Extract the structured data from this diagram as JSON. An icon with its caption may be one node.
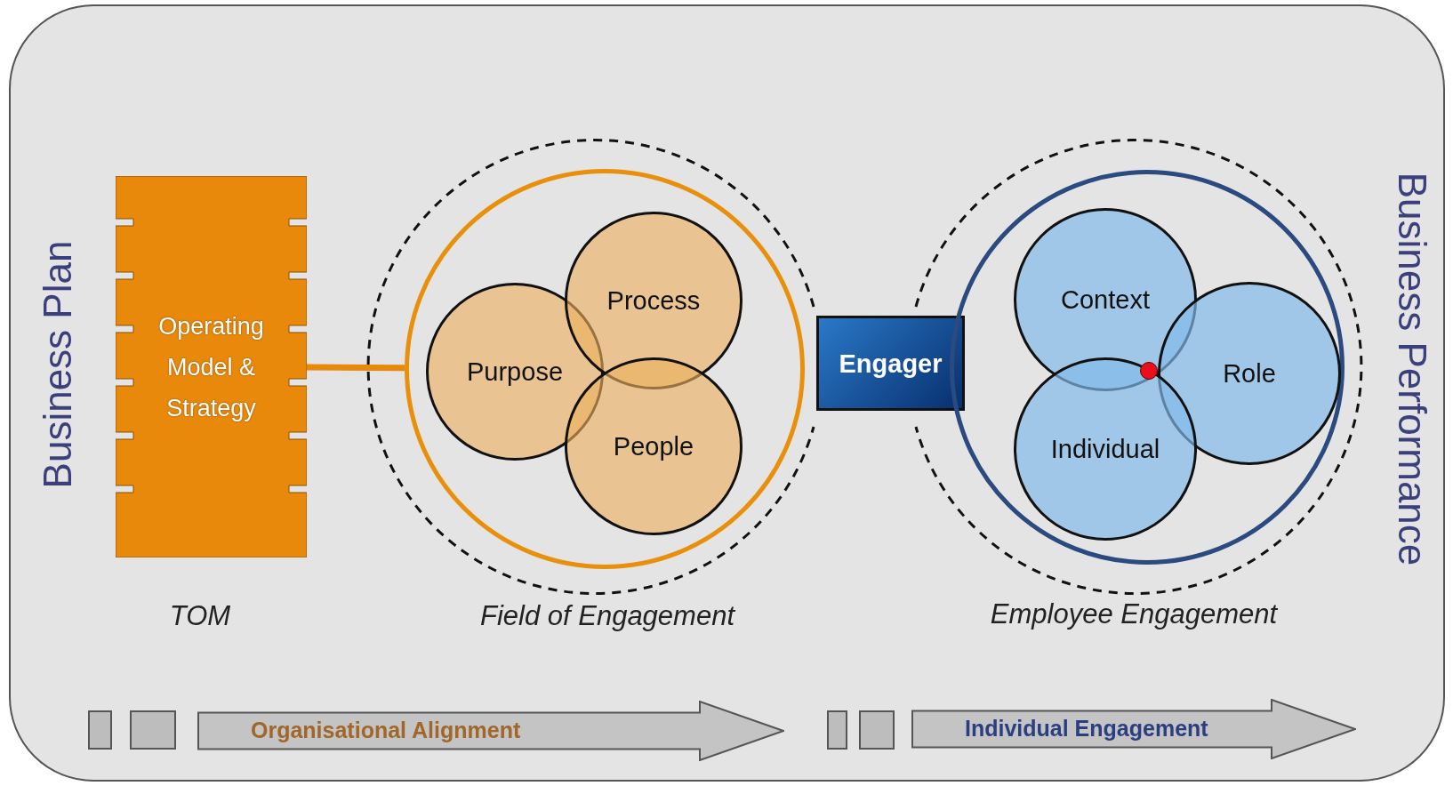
{
  "diagram": {
    "nodes": [
      {
        "text": [
          "Operating Model & Strategy"
        ],
        "beside": [
          "TOM"
        ]
      },
      {
        "text": [],
        "shape": "circle",
        "beside": [
          "Field of Engagement"
        ]
      },
      {
        "text": [
          "Purpose"
        ],
        "in": 1
      },
      {
        "text": [
          "Process"
        ],
        "in": 1
      },
      {
        "text": [
          "People"
        ],
        "in": 1
      },
      {
        "text": [
          "Engager"
        ]
      },
      {
        "text": [],
        "shape": "circle",
        "beside": [
          "Employee Engagement"
        ]
      },
      {
        "text": [
          "Context"
        ],
        "in": 6
      },
      {
        "text": [
          "Role"
        ],
        "in": 6
      },
      {
        "text": [
          "Individual"
        ],
        "in": 6
      },
      {
        "text": [
          "Organisational Alignment"
        ]
      },
      {
        "text": [
          "Individual Engagement"
        ]
      }
    ],
    "edges": [
      {
        "from": 0,
        "to": 1,
        "arrow": "none"
      }
    ],
    "labels": [
      "Business Plan",
      "Business Performance"
    ]
  }
}
